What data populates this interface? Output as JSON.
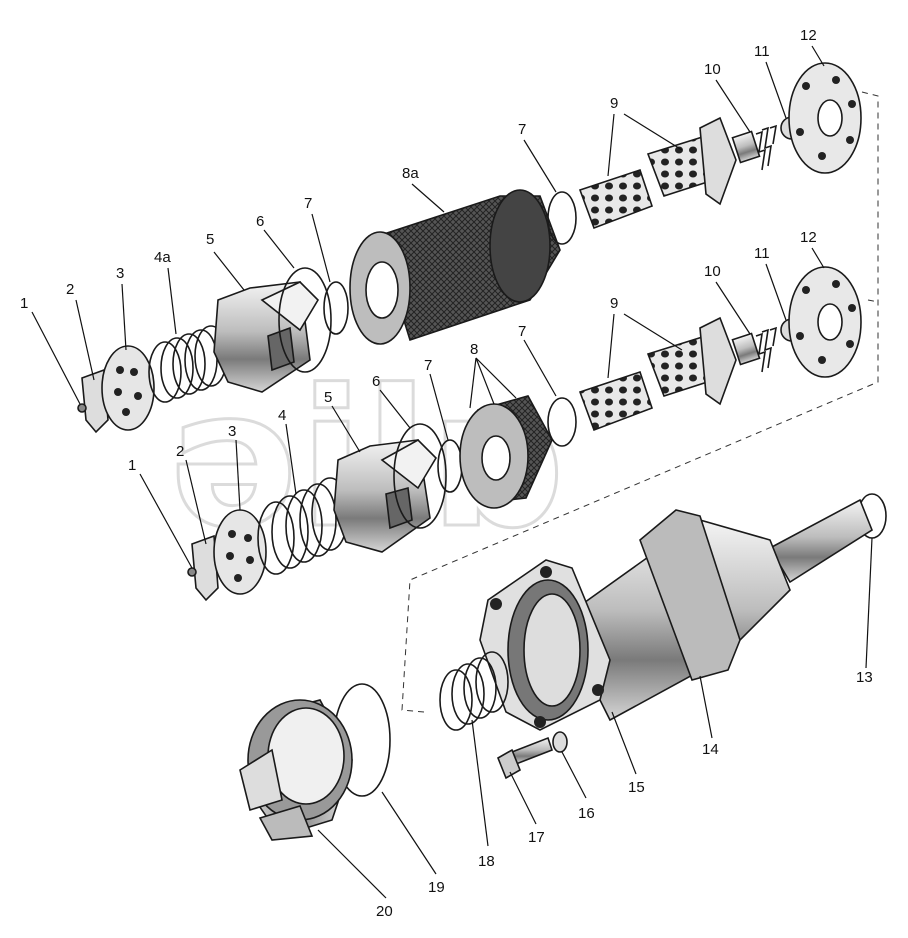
{
  "watermark": "əilɒ",
  "labels": [
    "1",
    "2",
    "3",
    "4a",
    "5",
    "6",
    "7",
    "8a",
    "7",
    "9",
    "10",
    "11",
    "12",
    "2",
    "3",
    "4",
    "5",
    "6",
    "7",
    "8",
    "7",
    "9",
    "10",
    "11",
    "12",
    "1",
    "3",
    "4",
    "5",
    "13",
    "14",
    "15",
    "16",
    "17",
    "18",
    "19",
    "20"
  ]
}
